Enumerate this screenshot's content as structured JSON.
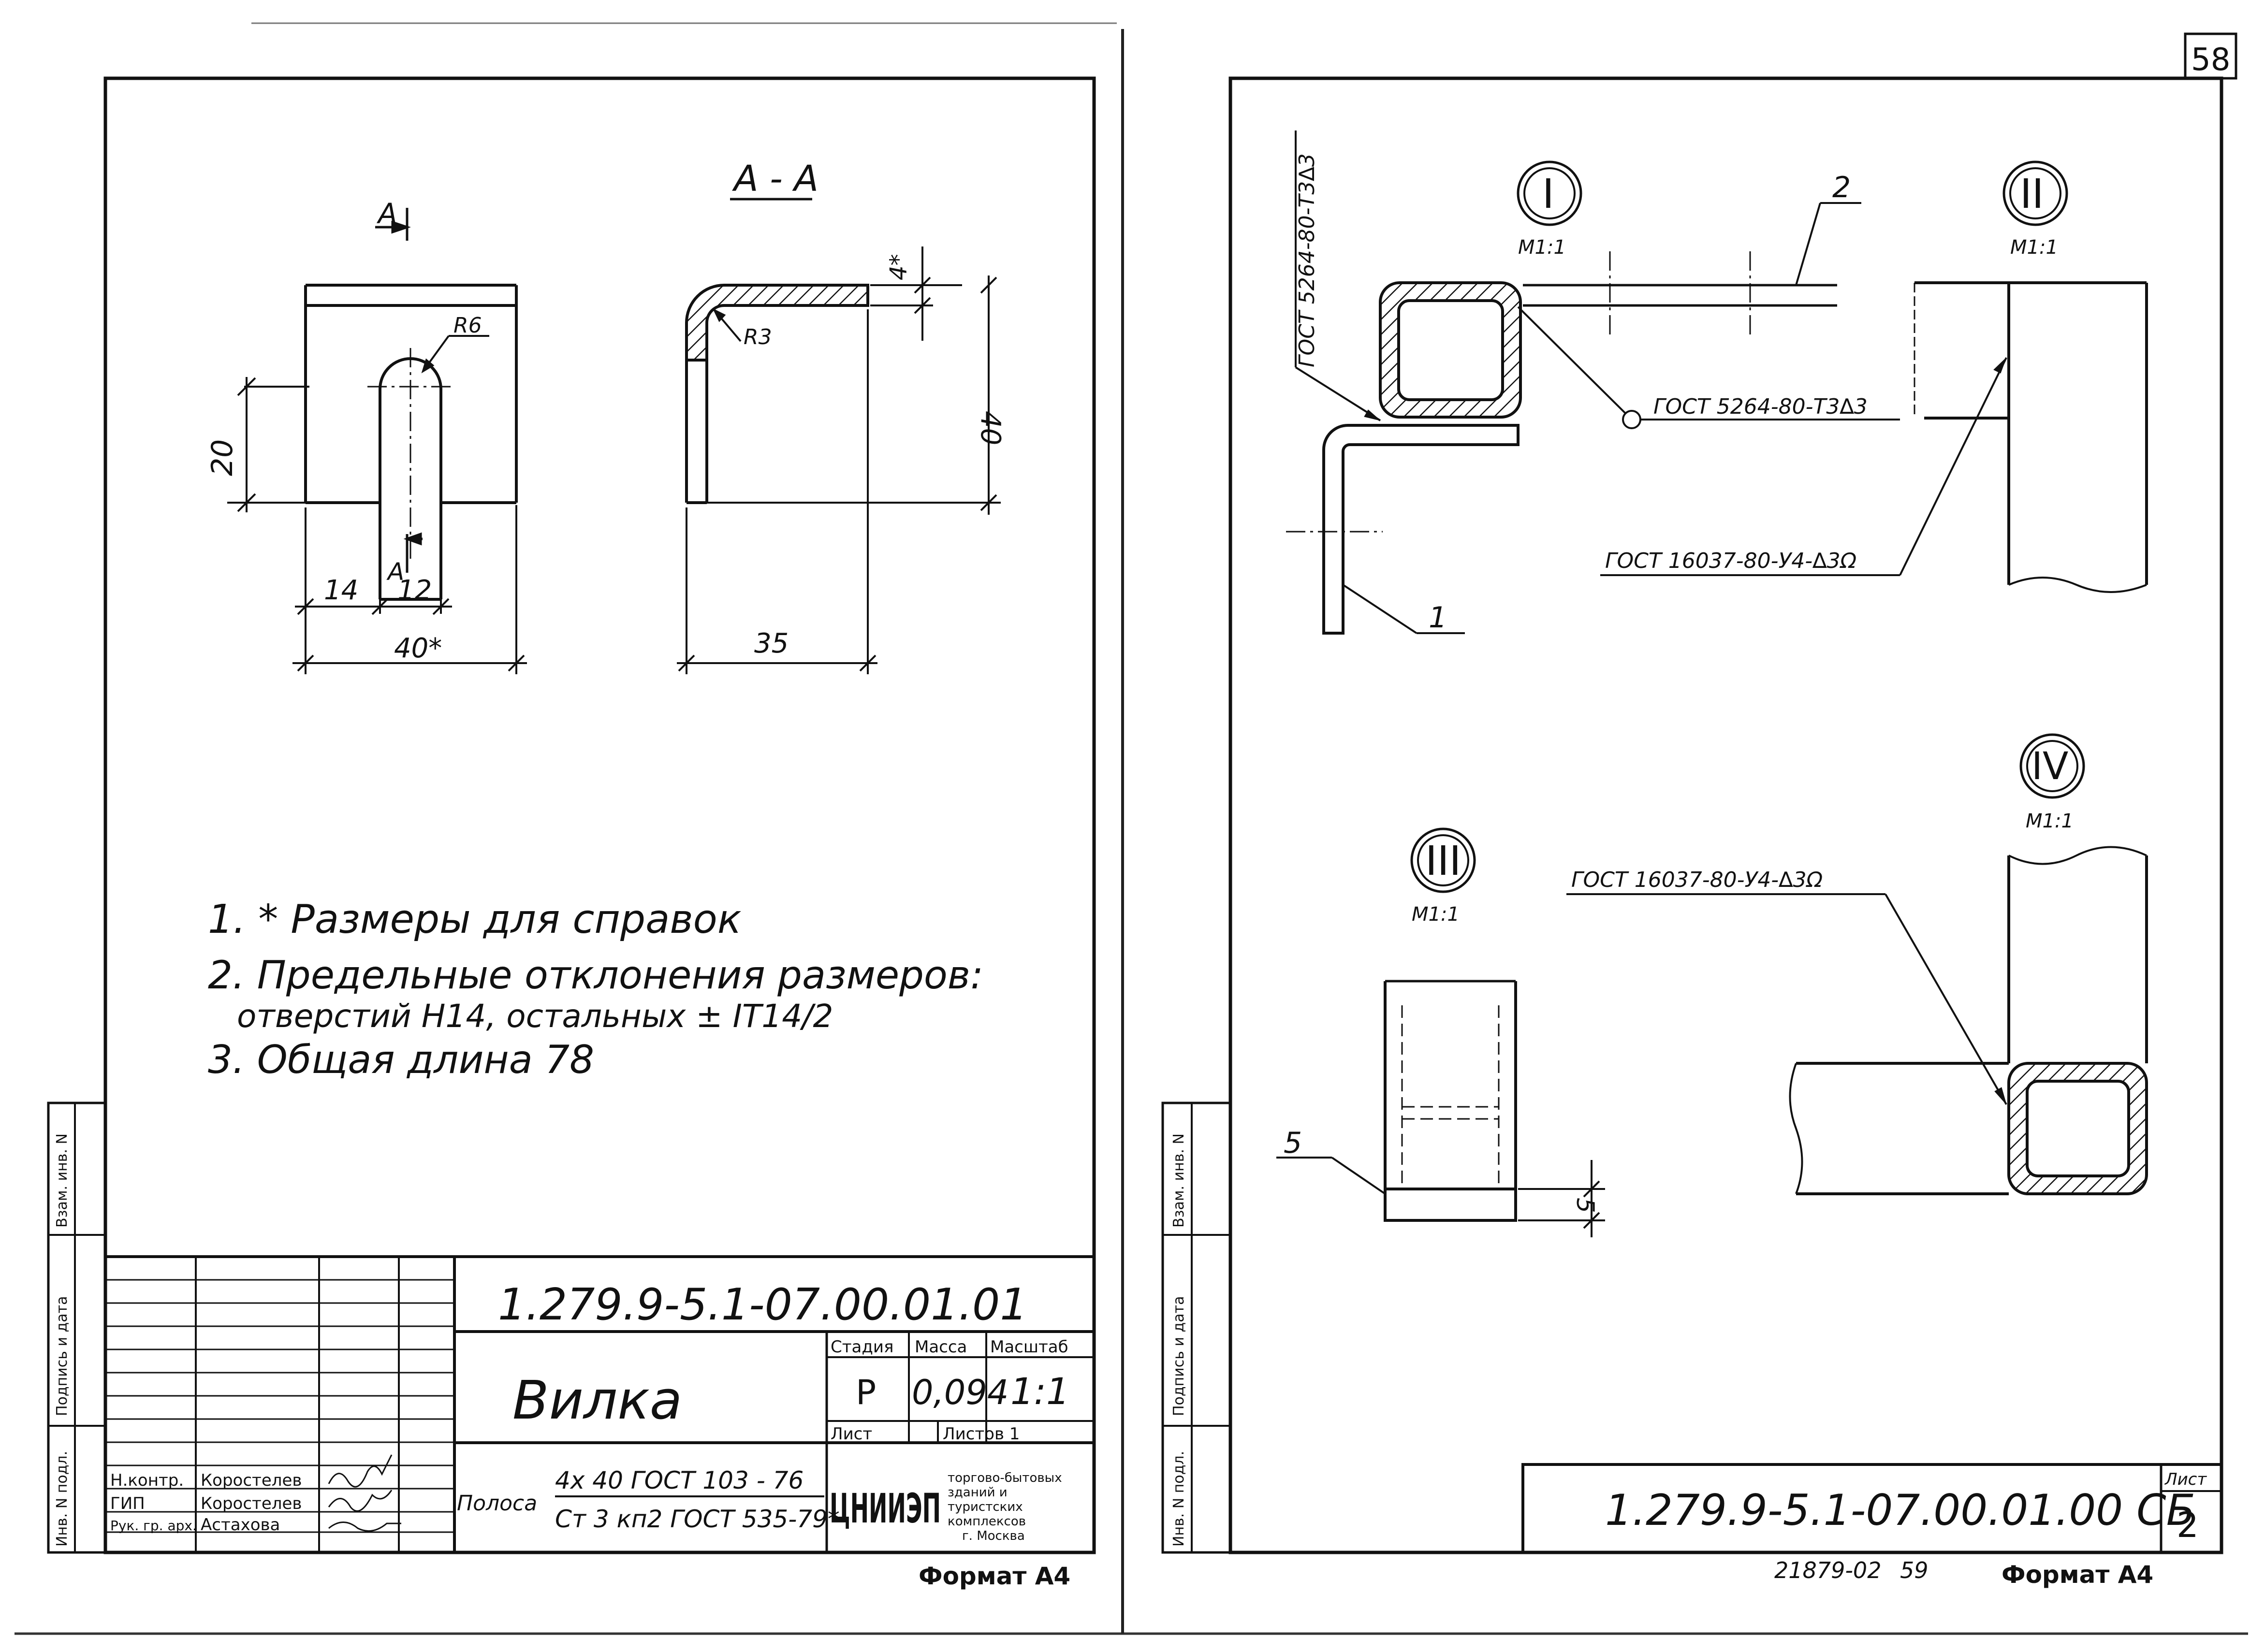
{
  "page_number": "58",
  "left_sheet": {
    "section_label": "А - А",
    "section_mark": "А",
    "dims": {
      "r6": "R6",
      "r3": "R3",
      "d20": "20",
      "d14": "14",
      "d12": "12",
      "d40s": "40*",
      "d4s": "4*",
      "d40": "40",
      "d35": "35"
    },
    "notes": [
      "1. * Размеры для справок",
      "2. Предельные отклонения размеров:",
      "отверстий H14, остальных ± IT14/2",
      "3. Общая длина 78"
    ],
    "side_labels": [
      "Инв. N подл.",
      "Подпись и дата",
      "Взам. инв. N"
    ],
    "title_block": {
      "doc_number": "1.279.9-5.1-07.00.01.01",
      "name": "Вилка",
      "headers": {
        "stage": "Стадия",
        "mass": "Масса",
        "scale": "Масштаб"
      },
      "values": {
        "stage": "Р",
        "mass": "0,094",
        "scale": "1:1"
      },
      "sheet_label": "Лист",
      "sheets_label": "Листов 1",
      "material_label": "Полоса",
      "material_line1": "4x 40 ГОСТ 103 - 76",
      "material_line2": "Ст 3 кп2 ГОСТ 535-79*",
      "org_logo": "ЦНИИЭП",
      "org_lines": [
        "торгово-бытовых",
        "зданий и",
        "туристских",
        "комплексов",
        "г. Москва"
      ],
      "signatures": [
        {
          "role": "Н.контр.",
          "name": "Коростелев"
        },
        {
          "role": "ГИП",
          "name": "Коростелев"
        },
        {
          "role": "Рук. гр. арх.",
          "name": "Астахова"
        }
      ]
    },
    "format": "Формат А4"
  },
  "right_sheet": {
    "views": {
      "i": {
        "num": "I",
        "scale": "М1:1"
      },
      "ii": {
        "num": "II",
        "scale": "М1:1"
      },
      "iii": {
        "num": "III",
        "scale": "М1:1"
      },
      "iv": {
        "num": "IV",
        "scale": "М1:1"
      }
    },
    "welds": {
      "w1": "ГОСТ 5264-80-Т3∆3",
      "w2": "ГОСТ 5264-80-Т3∆3",
      "w3": "ГОСТ 16037-80-У4-∆3Ω",
      "w4": "ГОСТ 16037-80-У4-∆3Ω"
    },
    "callouts": {
      "c1": "1",
      "c2": "2",
      "c5": "5"
    },
    "dim5": "5",
    "side_labels": [
      "Инв. N подл.",
      "Подпись и дата",
      "Взам. инв. N"
    ],
    "doc_number": "1.279.9-5.1-07.00.01.00 СБ",
    "sheet_label": "Лист",
    "sheet_number": "2",
    "archive_number": "21879-02",
    "archive_page": "59",
    "format": "Формат А4"
  }
}
